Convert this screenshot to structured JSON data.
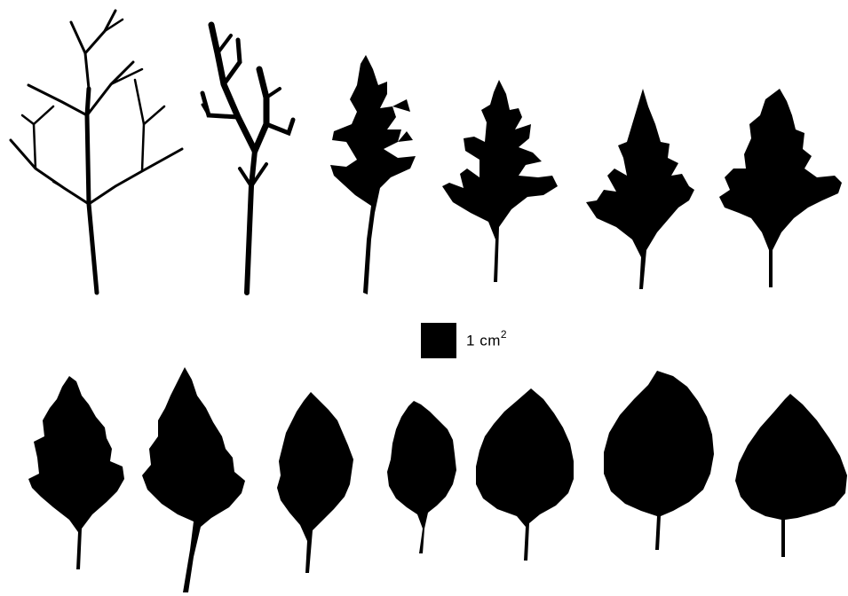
{
  "figure": {
    "background": "#ffffff",
    "leaf_color": "#000000",
    "scale_bar": {
      "value": "1",
      "unit": "cm",
      "exponent": "2"
    },
    "rows": [
      {
        "leaves": [
          {
            "form": "skeletal-dissected"
          },
          {
            "form": "finely-dissected"
          },
          {
            "form": "deeply-lobed"
          },
          {
            "form": "deeply-lobed"
          },
          {
            "form": "pinnatifid"
          },
          {
            "form": "lobed"
          }
        ]
      },
      {
        "leaves": [
          {
            "form": "shallowly-lobed"
          },
          {
            "form": "toothed-lobed"
          },
          {
            "form": "serrate"
          },
          {
            "form": "serrate"
          },
          {
            "form": "slightly-toothed"
          },
          {
            "form": "entire"
          },
          {
            "form": "entire"
          }
        ]
      }
    ]
  }
}
